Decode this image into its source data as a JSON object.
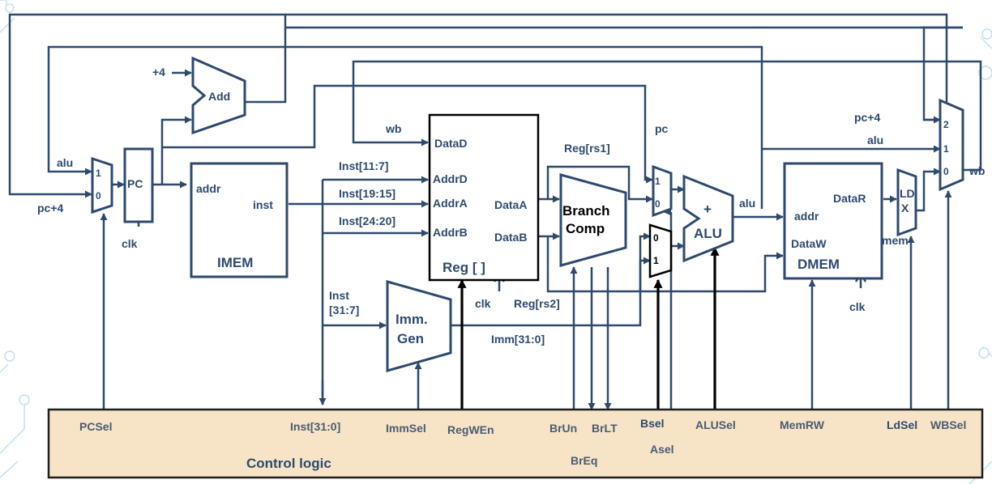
{
  "blocks": {
    "pc": "PC",
    "adder": "Add",
    "plus4": "+4",
    "imem": "IMEM",
    "reg": "Reg [ ]",
    "branch_comp": [
      "Branch",
      "Comp"
    ],
    "imm_gen": [
      "Imm.",
      "Gen"
    ],
    "alu_plus": "+",
    "alu": "ALU",
    "dmem": "DMEM",
    "ldx": [
      "LD",
      "X"
    ],
    "control_logic": "Control logic"
  },
  "ports": {
    "pc_mux_in1": "1",
    "pc_mux_in0": "0",
    "imem_addr": "addr",
    "imem_inst": "inst",
    "reg_data_d": "DataD",
    "reg_addr_d": "AddrD",
    "reg_addr_a": "AddrA",
    "reg_addr_b": "AddrB",
    "reg_data_a": "DataA",
    "reg_data_b": "DataB",
    "a_mux_in1": "1",
    "a_mux_in0": "0",
    "b_mux_in0": "0",
    "b_mux_in1": "1",
    "dmem_addr": "addr",
    "dmem_data_w": "DataW",
    "dmem_data_r": "DataR",
    "wb_mux_in2": "2",
    "wb_mux_in1": "1",
    "wb_mux_in0": "0"
  },
  "wires": {
    "alu_to_pc": "alu",
    "pc_plus4_to_pc": "pc+4",
    "clk_pc": "clk",
    "wb_to_reg": "wb",
    "pc_to_alu": "pc",
    "inst_11_7": "Inst[11:7]",
    "inst_19_15": "Inst[19:15]",
    "inst_24_20": "Inst[24:20]",
    "reg_rs1": "Reg[rs1]",
    "reg_rs2": "Reg[rs2]",
    "clk_reg": "clk",
    "inst_31_7": [
      "Inst",
      "[31:7]"
    ],
    "imm_out": "Imm[31:0]",
    "alu_out": "alu",
    "mem_out": "mem",
    "clk_dmem": "clk",
    "wb_pc4": "pc+4",
    "wb_alu": "alu",
    "wb_out": "wb"
  },
  "controls": {
    "pcsel": "PCSel",
    "inst": "Inst[31:0]",
    "immsel": "ImmSel",
    "regwen": "RegWEn",
    "brun": "BrUn",
    "brlt": "BrLT",
    "breq": "BrEq",
    "bsel": "Bsel",
    "asel": "Asel",
    "alusel": "ALUSel",
    "memrw": "MemRW",
    "ldsel": "LdSel",
    "wbsel": "WBSel"
  },
  "colors": {
    "wire": "#2d4a6e",
    "control_fill": "#f7e4c6",
    "control_border": "#1f1f1f",
    "emphasis": "#000000",
    "decoration": "#bfe0ee"
  }
}
